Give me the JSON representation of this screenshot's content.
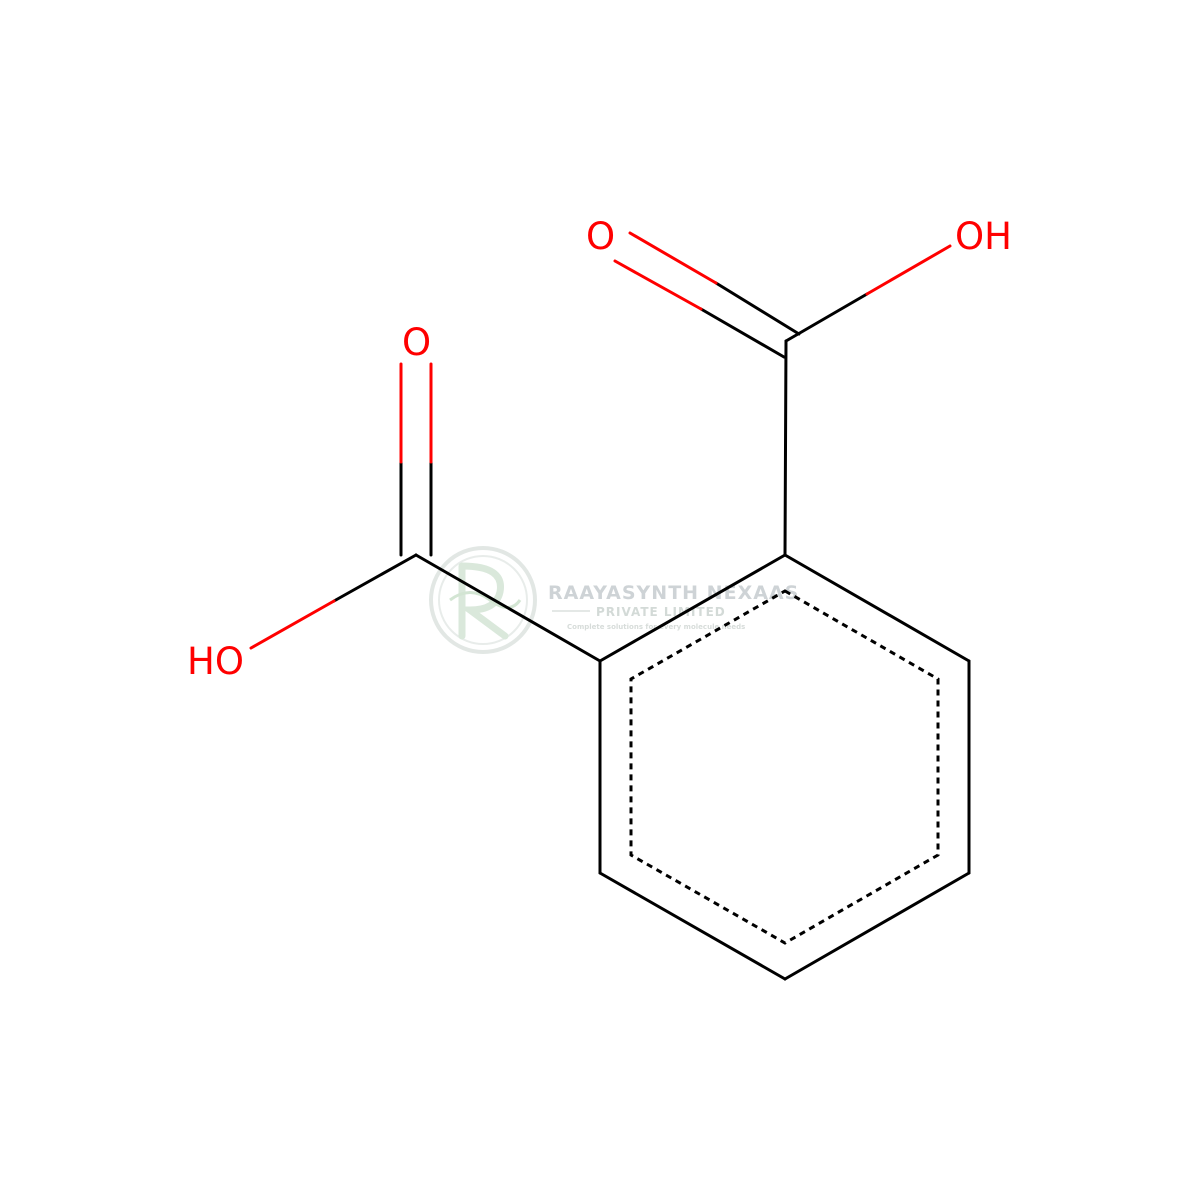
{
  "structure": {
    "atoms": {
      "o_top_double": "O",
      "oh_top_right": "OH",
      "o_left_double": "O",
      "ho_left": "HO"
    },
    "colors": {
      "carbon_bond": "#000000",
      "oxygen": "#ff0000",
      "background": "#ffffff"
    }
  },
  "watermark": {
    "company": "RAAYASYNTH NEXAAS",
    "subtitle": "PRIVATE LIMITED",
    "tagline": "Complete solutions for every molecule needs",
    "logo_icon": "dna-r-logo-icon",
    "color": "#c9cfd2"
  }
}
